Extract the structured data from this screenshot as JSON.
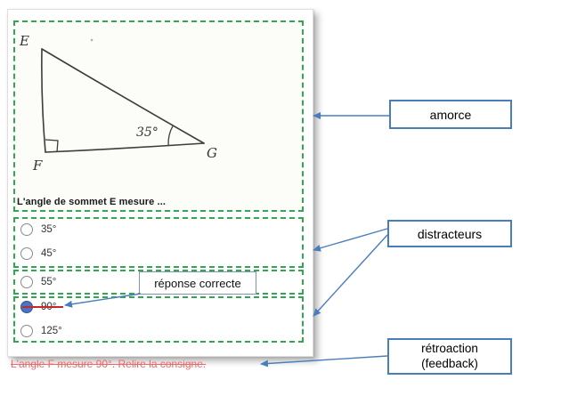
{
  "quiz": {
    "stimulus": {
      "vertex_top_left": "E",
      "vertex_bottom_left": "F",
      "vertex_right": "G",
      "angle_at_G": "35°",
      "question": "L'angle de sommet E mesure ..."
    },
    "options": [
      {
        "label": "35°",
        "selected": false,
        "struck": false
      },
      {
        "label": "45°",
        "selected": false,
        "struck": false
      },
      {
        "label": "55°",
        "selected": false,
        "struck": false
      },
      {
        "label": "90°",
        "selected": true,
        "struck": true
      },
      {
        "label": "125°",
        "selected": false,
        "struck": false
      }
    ],
    "feedback": "L'angle F mesure 90°. Relire la consigne."
  },
  "annotations": {
    "amorce": "amorce",
    "distracteurs": "distracteurs",
    "retroaction_line1": "rétroaction",
    "retroaction_line2": "(feedback)",
    "reponse_correcte": "réponse correcte"
  },
  "colors": {
    "dashed_green": "#2fa84f",
    "annotation_blue": "#4a7ebb",
    "strike_red": "#c62828",
    "feedback_red": "#e86a6a",
    "selected_radio_blue": "#4a74c4"
  }
}
